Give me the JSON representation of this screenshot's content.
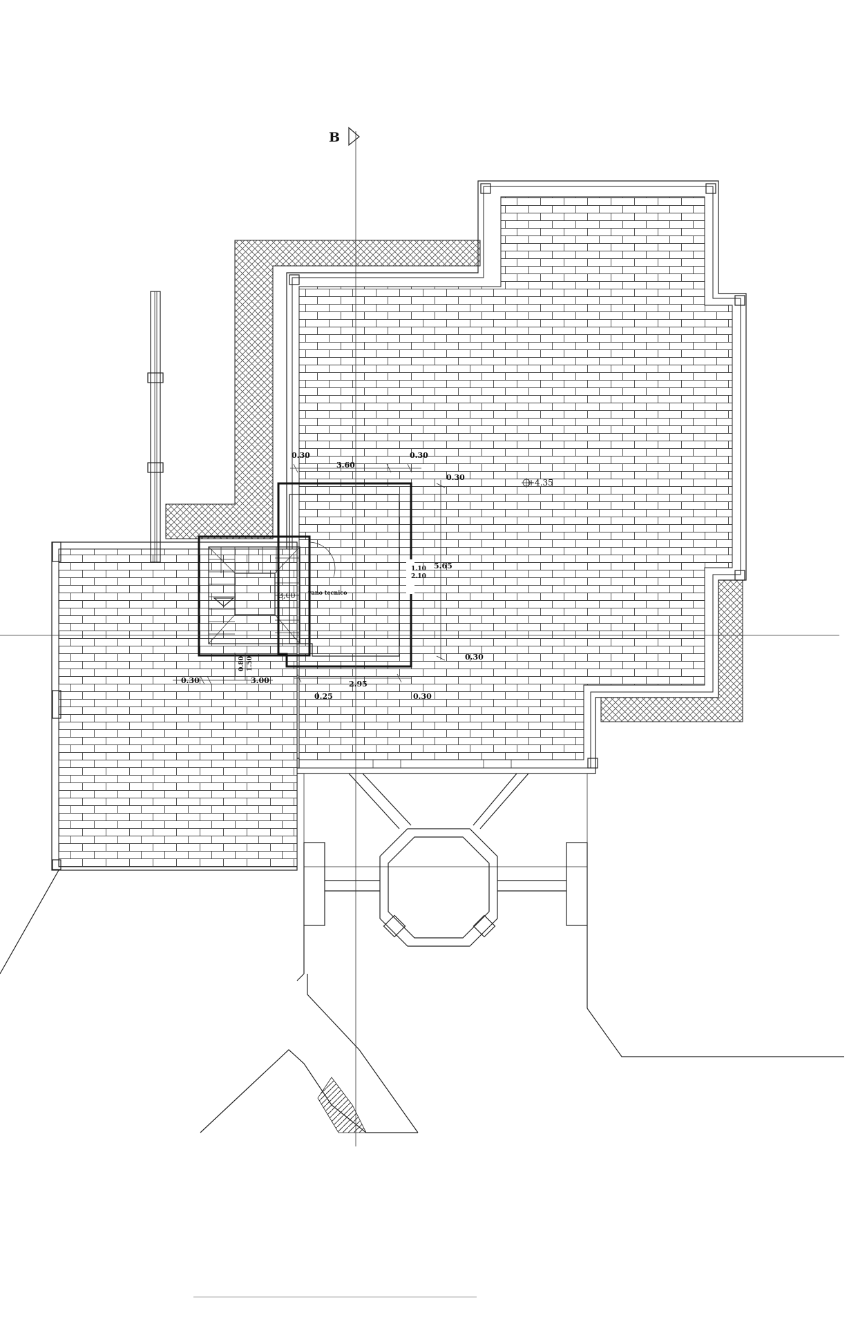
{
  "section_marker": "B",
  "room_label": "vano tecnico",
  "stair_label": "3,00",
  "level_mark": "+4.35",
  "dimensions": {
    "top_left": "0.30",
    "top_width": "3.60",
    "top_right": "0.30",
    "right_top": "0.30",
    "right_height": "5.65",
    "door_w": "1.10",
    "door_h": "2.10",
    "right_bottom": "0.30",
    "bottom_width": "2.95",
    "bottom_left": "0.25",
    "bottom_right": "0.30",
    "stair_left": "0.30",
    "stair_width": "3.00",
    "stair_small_a": "0.80",
    "stair_small_b": "1.50"
  },
  "colors": {
    "line": "#222222",
    "hatch": "#555555",
    "paper": "#ffffff"
  }
}
